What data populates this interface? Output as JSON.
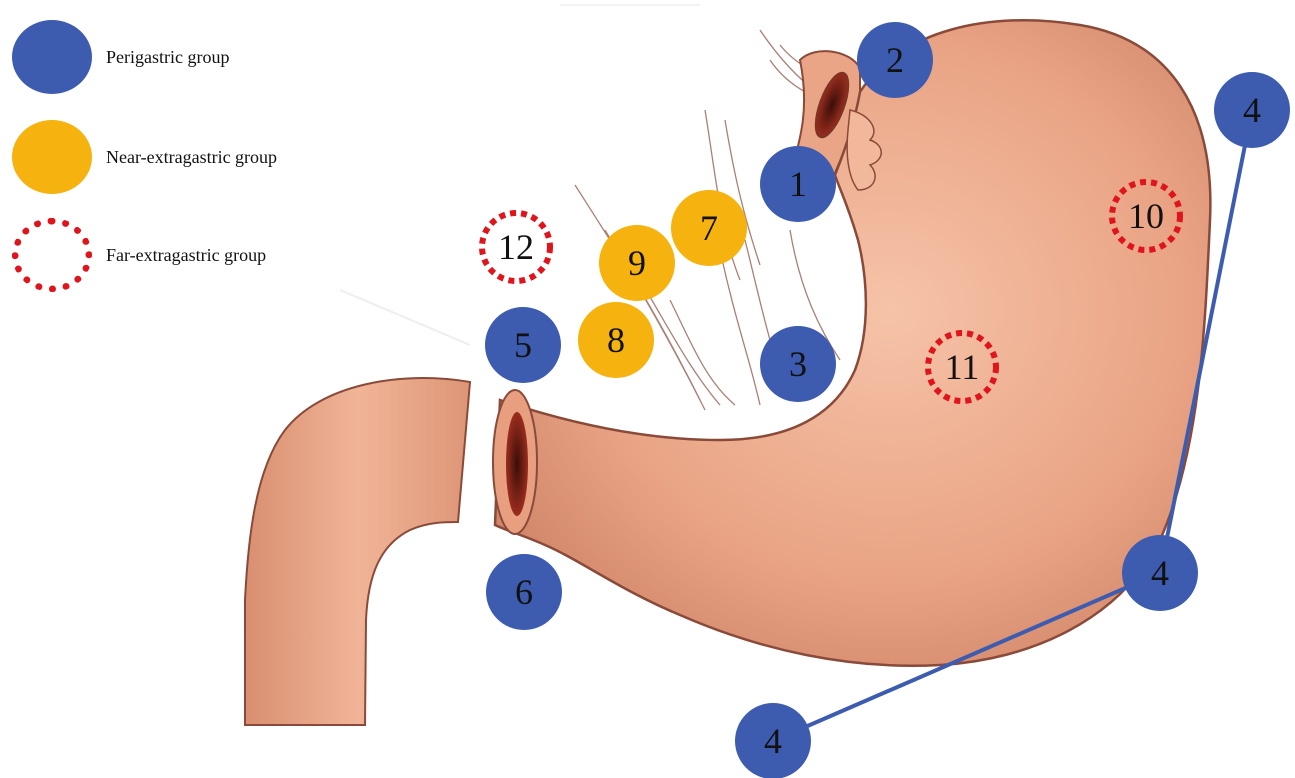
{
  "colors": {
    "perigastric": "#3d5cb0",
    "near_extragastric": "#f6b20f",
    "far_extragastric_border": "#e0141c",
    "connector": "#3d5cb0",
    "stomach_fill": "#eaa686",
    "stomach_outline": "#8a4a3a"
  },
  "legend": [
    {
      "label": "Perigastric group",
      "style": "perigastric"
    },
    {
      "label": "Near-extragastric group",
      "style": "near"
    },
    {
      "label": "Far-extragastric group",
      "style": "far"
    }
  ],
  "nodes": [
    {
      "label": "1",
      "group": "perigastric"
    },
    {
      "label": "2",
      "group": "perigastric"
    },
    {
      "label": "3",
      "group": "perigastric"
    },
    {
      "label": "4",
      "group": "perigastric"
    },
    {
      "label": "4",
      "group": "perigastric"
    },
    {
      "label": "4",
      "group": "perigastric"
    },
    {
      "label": "5",
      "group": "perigastric"
    },
    {
      "label": "6",
      "group": "perigastric"
    },
    {
      "label": "7",
      "group": "near"
    },
    {
      "label": "8",
      "group": "near"
    },
    {
      "label": "9",
      "group": "near"
    },
    {
      "label": "10",
      "group": "far"
    },
    {
      "label": "11",
      "group": "far"
    },
    {
      "label": "12",
      "group": "far"
    }
  ]
}
